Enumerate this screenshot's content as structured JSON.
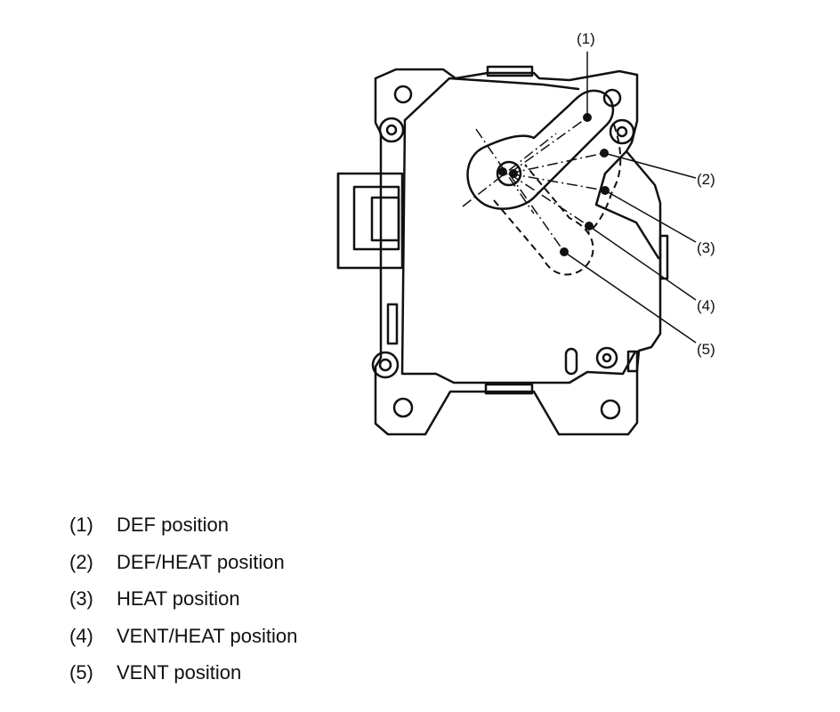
{
  "callouts": [
    "(1)",
    "(2)",
    "(3)",
    "(4)",
    "(5)"
  ],
  "legend": [
    {
      "num": "(1)",
      "text": "DEF position"
    },
    {
      "num": "(2)",
      "text": "DEF/HEAT position"
    },
    {
      "num": "(3)",
      "text": "HEAT position"
    },
    {
      "num": "(4)",
      "text": "VENT/HEAT position"
    },
    {
      "num": "(5)",
      "text": "VENT position"
    }
  ]
}
